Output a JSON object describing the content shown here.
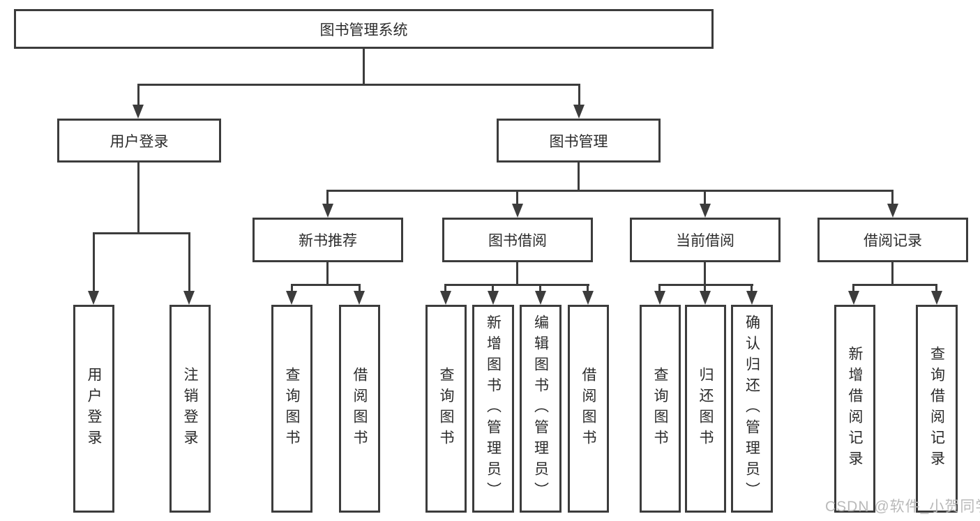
{
  "diagram": {
    "watermark": "CSDN @软件_小贺同学",
    "colors": {
      "line": "#3c3c3c",
      "box_border": "#3c3c3c",
      "text": "#2b2b2b",
      "watermark": "#b9b9b9",
      "background": "#ffffff"
    },
    "tree": {
      "root": {
        "label": "图书管理系统"
      },
      "branches": [
        {
          "label": "用户登录",
          "children": [
            {
              "label": "用户登录"
            },
            {
              "label": "注销登录"
            }
          ]
        },
        {
          "label": "图书管理",
          "children": [
            {
              "label": "新书推荐",
              "children": [
                {
                  "label": "查询图书"
                },
                {
                  "label": "借阅图书"
                }
              ]
            },
            {
              "label": "图书借阅",
              "children": [
                {
                  "label": "查询图书"
                },
                {
                  "label": "新增图书（管理员）"
                },
                {
                  "label": "编辑图书（管理员）"
                },
                {
                  "label": "借阅图书"
                }
              ]
            },
            {
              "label": "当前借阅",
              "children": [
                {
                  "label": "查询图书"
                },
                {
                  "label": "归还图书"
                },
                {
                  "label": "确认归还（管理员）"
                }
              ]
            },
            {
              "label": "借阅记录",
              "children": [
                {
                  "label": "新增借阅记录"
                },
                {
                  "label": "查询借阅记录"
                }
              ]
            }
          ]
        }
      ]
    }
  }
}
